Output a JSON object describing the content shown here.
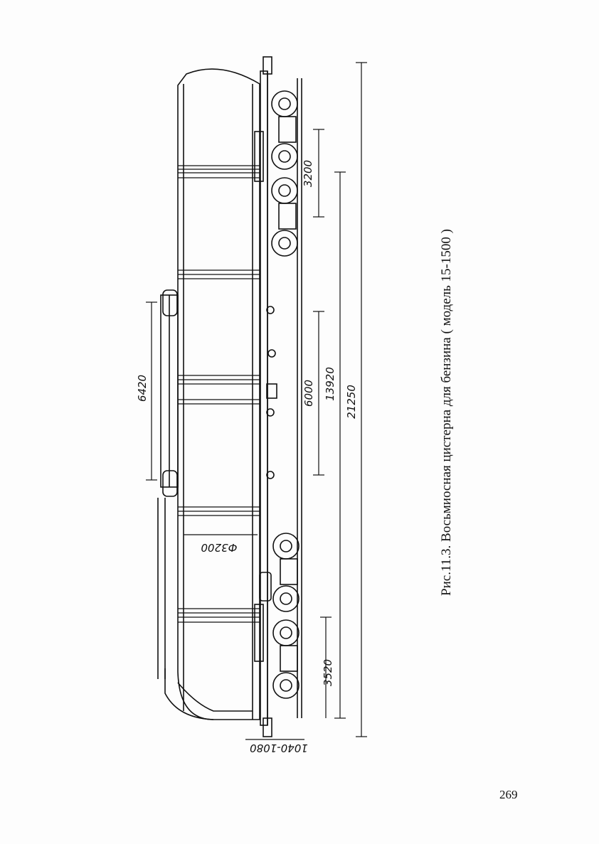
{
  "figure": {
    "caption": "Рис.11.3. Восьмиосная цистерна для бензина ( модель 15-1500 )",
    "dimensions": {
      "bogie_base": "3200",
      "bogie_span": "3520",
      "middle_span": "6000",
      "centers": "13920",
      "overall_length": "21250",
      "walkway_length": "6420",
      "tank_diameter": "Ф3200",
      "coupler_height": "1040-1080"
    }
  },
  "page": {
    "number": "269"
  }
}
